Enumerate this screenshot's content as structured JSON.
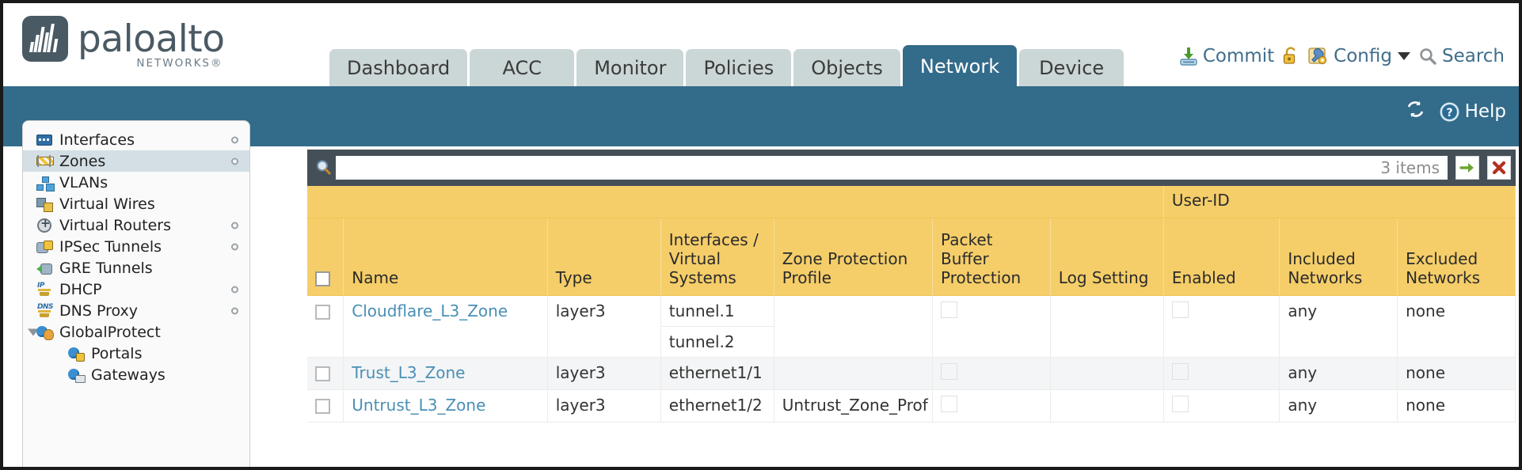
{
  "brand": {
    "name": "paloalto",
    "tagline": "NETWORKS",
    "registered": "®"
  },
  "nav": {
    "tabs": [
      {
        "label": "Dashboard",
        "active": false
      },
      {
        "label": "ACC",
        "active": false
      },
      {
        "label": "Monitor",
        "active": false
      },
      {
        "label": "Policies",
        "active": false
      },
      {
        "label": "Objects",
        "active": false
      },
      {
        "label": "Network",
        "active": true
      },
      {
        "label": "Device",
        "active": false
      }
    ]
  },
  "utils": {
    "commit": "Commit",
    "commit_icon": "commit-save-icon",
    "lock_icon": "padlock-icon",
    "config": "Config",
    "config_icon": "config-wrench-icon",
    "config_caret": "chevron-down-icon",
    "search": "Search",
    "search_icon": "search-magnifier-icon"
  },
  "bluebar": {
    "refresh_icon": "refresh-icon",
    "help_icon": "help-question-icon",
    "help": "Help"
  },
  "sidebar": {
    "items": [
      {
        "label": "Interfaces",
        "icon": "interfaces-icon",
        "selected": false,
        "dot": true,
        "child": false,
        "arrow": false
      },
      {
        "label": "Zones",
        "icon": "zones-icon",
        "selected": true,
        "dot": true,
        "child": false,
        "arrow": false
      },
      {
        "label": "VLANs",
        "icon": "vlans-icon",
        "selected": false,
        "dot": false,
        "child": false,
        "arrow": false
      },
      {
        "label": "Virtual Wires",
        "icon": "virtual-wires-icon",
        "selected": false,
        "dot": false,
        "child": false,
        "arrow": false
      },
      {
        "label": "Virtual Routers",
        "icon": "virtual-routers-icon",
        "selected": false,
        "dot": true,
        "child": false,
        "arrow": false
      },
      {
        "label": "IPSec Tunnels",
        "icon": "ipsec-tunnels-icon",
        "selected": false,
        "dot": true,
        "child": false,
        "arrow": false
      },
      {
        "label": "GRE Tunnels",
        "icon": "gre-tunnels-icon",
        "selected": false,
        "dot": false,
        "child": false,
        "arrow": false
      },
      {
        "label": "DHCP",
        "icon": "dhcp-icon",
        "selected": false,
        "dot": true,
        "child": false,
        "arrow": false
      },
      {
        "label": "DNS Proxy",
        "icon": "dns-proxy-icon",
        "selected": false,
        "dot": true,
        "child": false,
        "arrow": false
      },
      {
        "label": "GlobalProtect",
        "icon": "globalprotect-icon",
        "selected": false,
        "dot": false,
        "child": false,
        "arrow": true
      },
      {
        "label": "Portals",
        "icon": "portals-icon",
        "selected": false,
        "dot": false,
        "child": true,
        "arrow": false
      },
      {
        "label": "Gateways",
        "icon": "gateways-icon",
        "selected": false,
        "dot": false,
        "child": true,
        "arrow": false
      }
    ]
  },
  "search_bar": {
    "icon": "search-magnifier-icon",
    "value": "",
    "placeholder": "",
    "items_count": "3 items",
    "apply_icon": "green-arrow-right-icon",
    "clear_icon": "red-x-icon"
  },
  "table": {
    "group_header": "User-ID",
    "columns": [
      "Name",
      "Type",
      "Interfaces / Virtual Systems",
      "Zone Protection Profile",
      "Packet Buffer Protection",
      "Log Setting",
      "Enabled",
      "Included Networks",
      "Excluded Networks"
    ],
    "rows": [
      {
        "selected": false,
        "name": "Cloudflare_L3_Zone",
        "type": "layer3",
        "interfaces": [
          "tunnel.1",
          "tunnel.2"
        ],
        "zone_protection_profile": "",
        "packet_buffer_protection": false,
        "log_setting": "",
        "userid_enabled": false,
        "included_networks": "any",
        "excluded_networks": "none"
      },
      {
        "selected": false,
        "name": "Trust_L3_Zone",
        "type": "layer3",
        "interfaces": [
          "ethernet1/1"
        ],
        "zone_protection_profile": "",
        "packet_buffer_protection": false,
        "log_setting": "",
        "userid_enabled": false,
        "included_networks": "any",
        "excluded_networks": "none"
      },
      {
        "selected": false,
        "name": "Untrust_L3_Zone",
        "type": "layer3",
        "interfaces": [
          "ethernet1/2"
        ],
        "zone_protection_profile": "Untrust_Zone_Prof",
        "packet_buffer_protection": false,
        "log_setting": "",
        "userid_enabled": false,
        "included_networks": "any",
        "excluded_networks": "none"
      }
    ]
  },
  "colors": {
    "brand_blue": "#336b8a",
    "table_header_gold": "#f5ce69",
    "group_header_gold": "#ddab35",
    "link_blue": "#4a8fb5",
    "search_bar_slate": "#454f58",
    "sidebar_selected": "#d3dfe4"
  }
}
